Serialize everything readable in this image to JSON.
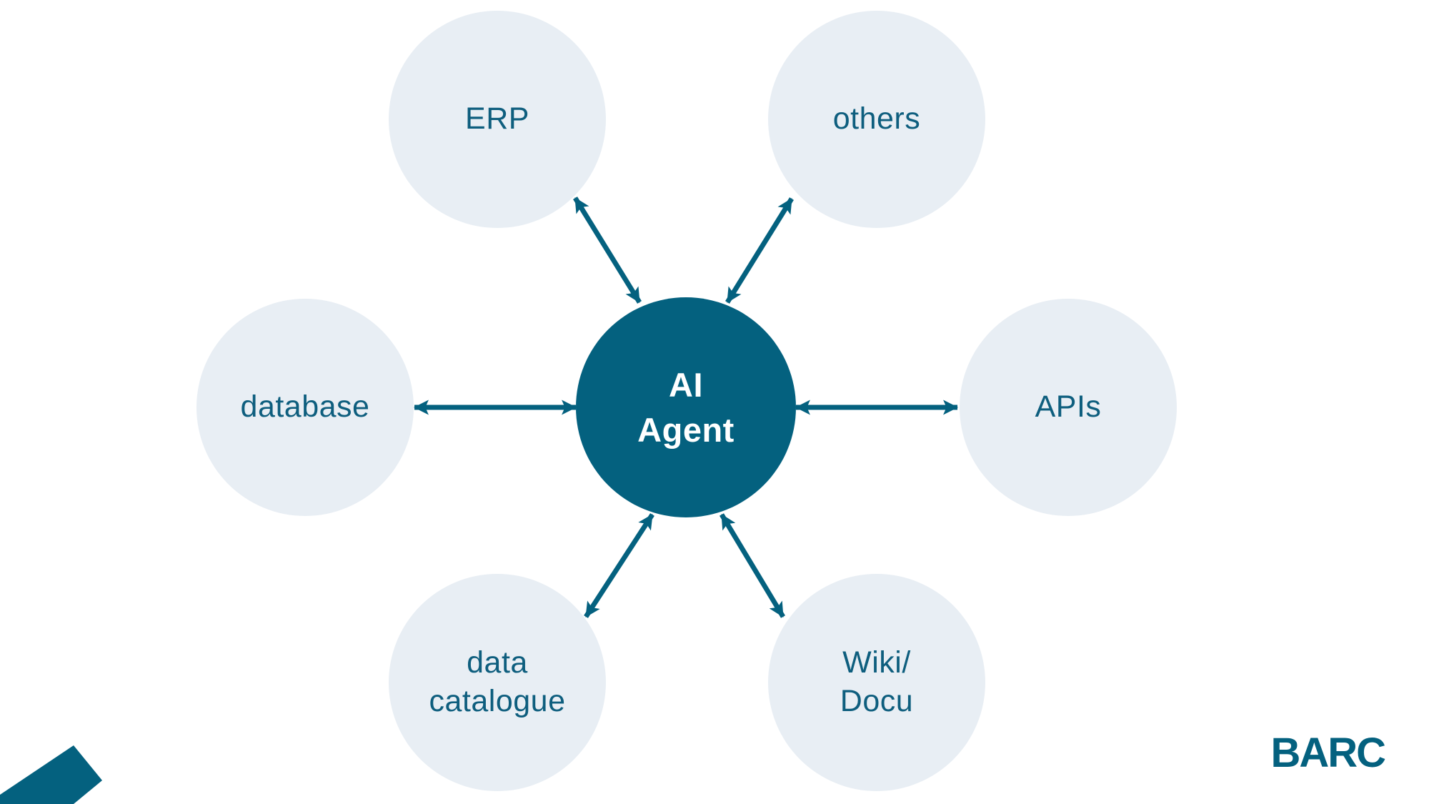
{
  "diagram": {
    "type": "hub-spoke-diagram",
    "center": {
      "id": "ai-agent",
      "label": "AI\nAgent"
    },
    "nodes": [
      {
        "id": "erp",
        "label": "ERP"
      },
      {
        "id": "others",
        "label": "others"
      },
      {
        "id": "database",
        "label": "database"
      },
      {
        "id": "apis",
        "label": "APIs"
      },
      {
        "id": "data-catalogue",
        "label": "data\ncatalogue"
      },
      {
        "id": "wiki-docu",
        "label": "Wiki/\nDocu"
      }
    ],
    "connections": [
      {
        "from": "ai-agent",
        "to": "erp",
        "bidirectional": true
      },
      {
        "from": "ai-agent",
        "to": "others",
        "bidirectional": true
      },
      {
        "from": "ai-agent",
        "to": "database",
        "bidirectional": true
      },
      {
        "from": "ai-agent",
        "to": "apis",
        "bidirectional": true
      },
      {
        "from": "ai-agent",
        "to": "data-catalogue",
        "bidirectional": true
      },
      {
        "from": "ai-agent",
        "to": "wiki-docu",
        "bidirectional": true
      }
    ],
    "colors": {
      "accent": "#04617F",
      "node_fill": "#E8EEF4",
      "node_text": "#0E5E7E",
      "center_fill": "#04617F",
      "center_text": "#FFFFFF",
      "background": "#FFFFFF"
    }
  },
  "branding": {
    "logo_text": "BARC"
  }
}
